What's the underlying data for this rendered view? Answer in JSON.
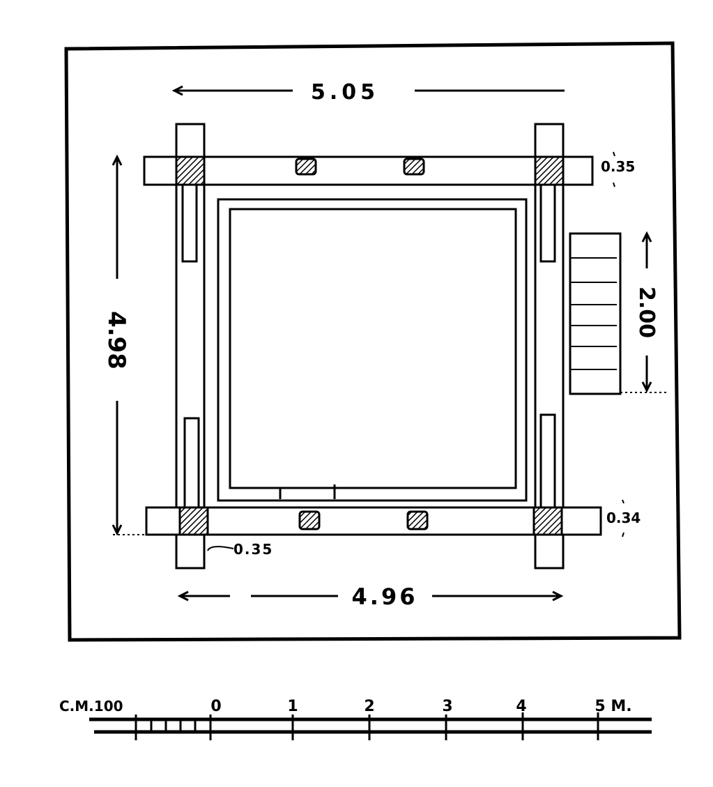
{
  "plan": {
    "dimensions": {
      "top_width": "5.05",
      "bottom_width": "4.96",
      "left_depth": "4.98",
      "stair_length": "2.00",
      "top_beam": "0.35",
      "bottom_beam": "0.34",
      "column_width": "0.35"
    }
  },
  "scale": {
    "left_label": "C.M.100",
    "ticks": [
      "0",
      "1",
      "2",
      "3",
      "4",
      "5 M."
    ]
  },
  "colors": {
    "ink": "#000000",
    "paper": "#ffffff"
  }
}
